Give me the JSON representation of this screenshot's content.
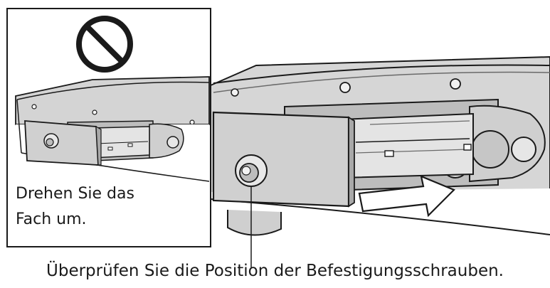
{
  "inset": {
    "caption_lines": [
      "Drehen Sie das",
      "Fach um."
    ],
    "prohibition_icon": "prohibition-icon"
  },
  "main": {
    "caption": "Überprüfen Sie die Position der Befestigungsschrauben."
  }
}
